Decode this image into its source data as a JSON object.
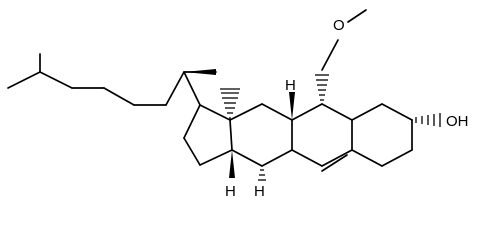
{
  "molecule": {
    "atom_labels": {
      "ether_oxygen": "O",
      "hydroxyl": "OH",
      "hydrogen_c8": "H",
      "hydrogen_c9": "H",
      "hydrogen_c14": "H"
    },
    "colors": {
      "bond": "#000000",
      "background": "#ffffff"
    }
  }
}
